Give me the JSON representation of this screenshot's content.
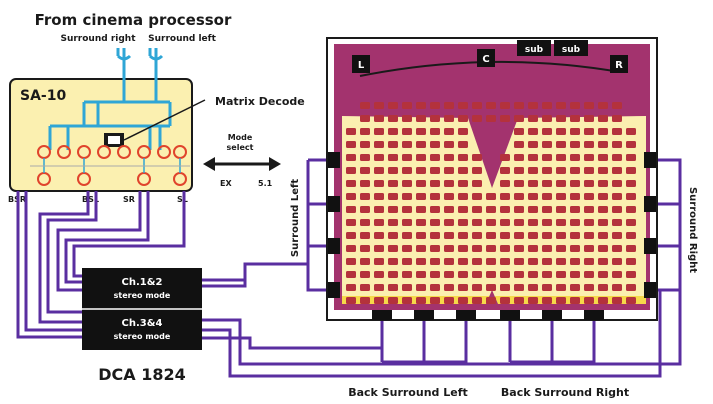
{
  "title": "From cinema processor",
  "inputs": {
    "right": "Surround right",
    "left": "Surround left"
  },
  "processor": {
    "name": "SA-10",
    "matrix_label": "Matrix Decode"
  },
  "mode": {
    "label_line1": "Mode",
    "label_line2": "select",
    "ex": "EX",
    "five_one": "5.1"
  },
  "outputs": {
    "bsr": "BSR",
    "bsl": "BSL",
    "sr": "SR",
    "sl": "SL"
  },
  "amp": {
    "name": "DCA 1824",
    "ch12_line1": "Ch.1&2",
    "ch12_line2": "stereo mode",
    "ch34_line1": "Ch.3&4",
    "ch34_line2": "stereo mode"
  },
  "theater": {
    "l": "L",
    "c": "C",
    "sub1": "sub",
    "sub2": "sub",
    "r": "R"
  },
  "side_labels": {
    "surround_left": "Surround Left",
    "surround_right": "Surround Right"
  },
  "back_labels": {
    "left": "Back Surround Left",
    "right": "Back Surround Right"
  },
  "colors": {
    "purple": "#5a2ea0",
    "theater": "#a3336e",
    "seat": "#b4323c",
    "seat_area": "#fbefb0",
    "blue": "#2fa6d6",
    "box_fill": "#fbf0b0",
    "knob": "#e0442c"
  }
}
